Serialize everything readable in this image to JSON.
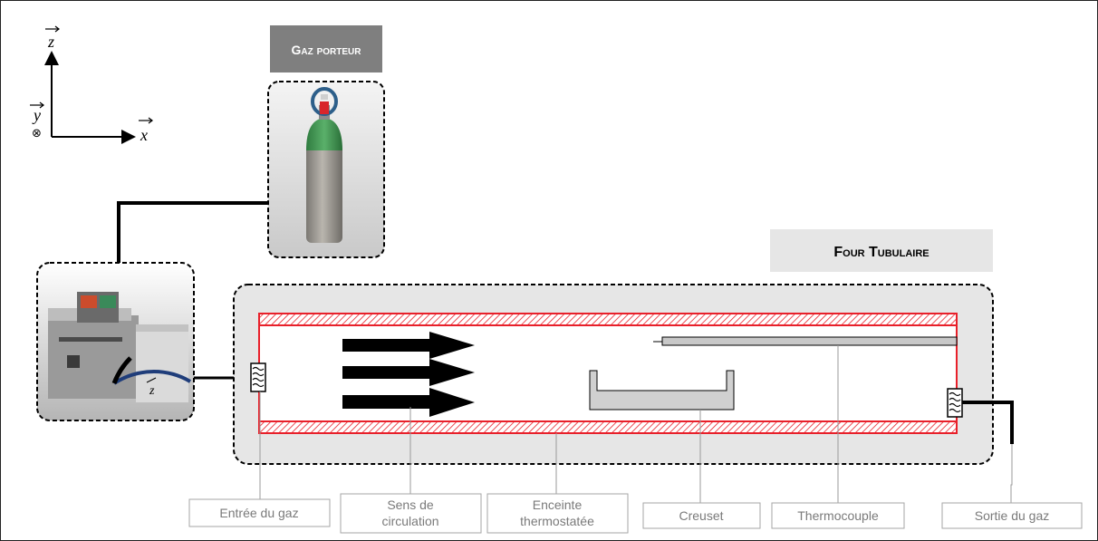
{
  "axes": {
    "z": "z",
    "y": "y",
    "x": "x",
    "into_page": "⊗"
  },
  "gas_source": {
    "title": "Gaz porteur"
  },
  "furnace": {
    "title": "Four Tubulaire"
  },
  "controller": {
    "gauge_label": "z"
  },
  "callouts": {
    "gas_inlet": "Entrée du gaz",
    "flow_direction": [
      "Sens de",
      "circulation"
    ],
    "enclosure": [
      "Enceinte",
      "thermostatée"
    ],
    "crucible": "Creuset",
    "thermocouple": "Thermocouple",
    "gas_outlet": "Sortie du gaz"
  },
  "colors": {
    "heater": "#e8202a",
    "panel": "#e6e6e6",
    "title_dark": "#7f7f7f",
    "pipe": "#000000"
  }
}
